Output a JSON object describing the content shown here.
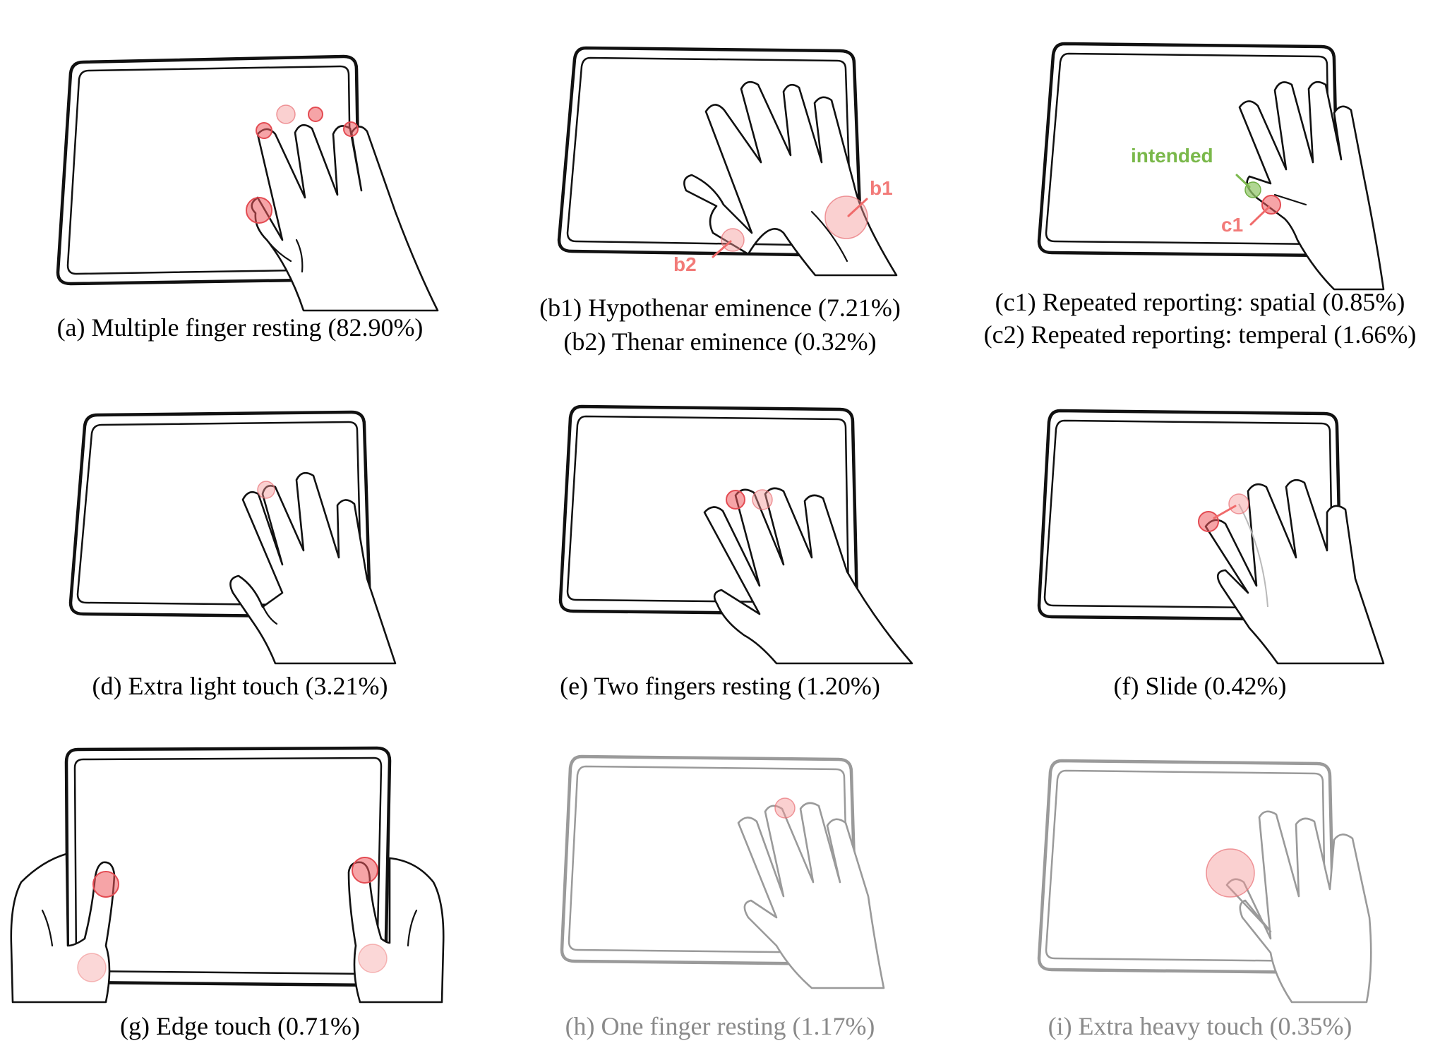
{
  "panels": [
    {
      "id": "a",
      "caption": "(a) Multiple finger resting (82.90%)"
    },
    {
      "id": "b",
      "caption_lines": [
        "(b1) Hypothenar eminence (7.21%)",
        "(b2) Thenar eminence (0.32%)"
      ],
      "annotations": [
        "b1",
        "b2"
      ]
    },
    {
      "id": "c",
      "caption_lines": [
        "(c1) Repeated reporting: spatial (0.85%)",
        "(c2) Repeated reporting: temperal (1.66%)"
      ],
      "annotations": [
        "intended",
        "c1"
      ]
    },
    {
      "id": "d",
      "caption": "(d) Extra light touch (3.21%)"
    },
    {
      "id": "e",
      "caption": "(e) Two fingers resting (1.20%)"
    },
    {
      "id": "f",
      "caption": "(f) Slide (0.42%)"
    },
    {
      "id": "g",
      "caption": "(g) Edge touch (0.71%)"
    },
    {
      "id": "h",
      "caption": "(h) One finger resting (1.17%)"
    },
    {
      "id": "i",
      "caption": "(i) Extra heavy touch (0.35%)"
    }
  ],
  "colors": {
    "touch_point": "#e34b52",
    "annotation_red": "#f27a78",
    "annotation_green": "#7ab84a",
    "faded_text": "#8a8a8a"
  }
}
